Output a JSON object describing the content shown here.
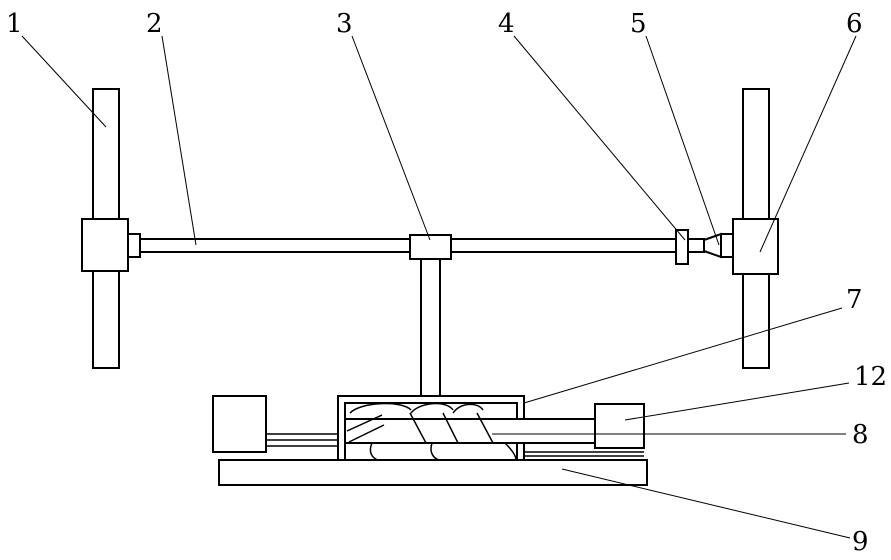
{
  "figure": {
    "stroke_color": "#000000",
    "background_color": "#ffffff",
    "labels": [
      "1",
      "2",
      "3",
      "4",
      "5",
      "6",
      "7",
      "12",
      "8",
      "9"
    ]
  }
}
